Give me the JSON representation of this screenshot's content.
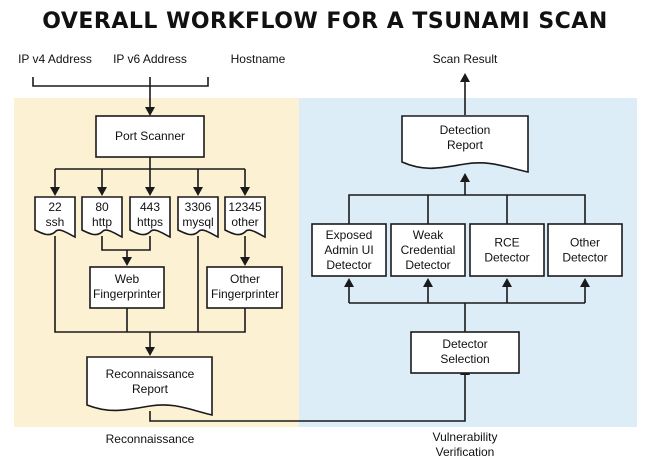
{
  "title": "OVERALL WORKFLOW FOR A TSUNAMI SCAN",
  "colors": {
    "reconnaissance_panel": "#fdf1d3",
    "verification_panel": "#dcedf8",
    "stroke": "#1a1a1a",
    "node_fill": "#ffffff"
  },
  "inputs": [
    "IP v4 Address",
    "IP v6 Address",
    "Hostname"
  ],
  "output": "Scan Result",
  "phases": {
    "reconnaissance": "Reconnaissance",
    "verification": [
      "Vulnerability",
      "Verification"
    ]
  },
  "nodes": {
    "port_scanner": [
      "Port Scanner"
    ],
    "ports": [
      {
        "port": "22",
        "service": "ssh"
      },
      {
        "port": "80",
        "service": "http"
      },
      {
        "port": "443",
        "service": "https"
      },
      {
        "port": "3306",
        "service": "mysql"
      },
      {
        "port": "12345",
        "service": "other"
      }
    ],
    "web_fingerprinter": [
      "Web",
      "Fingerprinter"
    ],
    "other_fingerprinter": [
      "Other",
      "Fingerprinter"
    ],
    "recon_report": [
      "Reconnaissance",
      "Report"
    ],
    "detector_selection": [
      "Detector",
      "Selection"
    ],
    "detectors": [
      [
        "Exposed",
        "Admin UI",
        "Detector"
      ],
      [
        "Weak",
        "Credential",
        "Detector"
      ],
      [
        "RCE",
        "Detector"
      ],
      [
        "Other",
        "Detector"
      ]
    ],
    "detection_report": [
      "Detection",
      "Report"
    ]
  },
  "edges": [
    [
      "inputs",
      "port_scanner"
    ],
    [
      "port_scanner",
      "ports"
    ],
    [
      "port-80",
      "web_fingerprinter"
    ],
    [
      "port-443",
      "web_fingerprinter"
    ],
    [
      "port-12345",
      "other_fingerprinter"
    ],
    [
      "port-22",
      "recon_report"
    ],
    [
      "web_fingerprinter",
      "recon_report"
    ],
    [
      "port-3306",
      "recon_report"
    ],
    [
      "other_fingerprinter",
      "recon_report"
    ],
    [
      "recon_report",
      "detector_selection"
    ],
    [
      "detector_selection",
      "detectors"
    ],
    [
      "detectors",
      "detection_report"
    ],
    [
      "detection_report",
      "output"
    ]
  ]
}
